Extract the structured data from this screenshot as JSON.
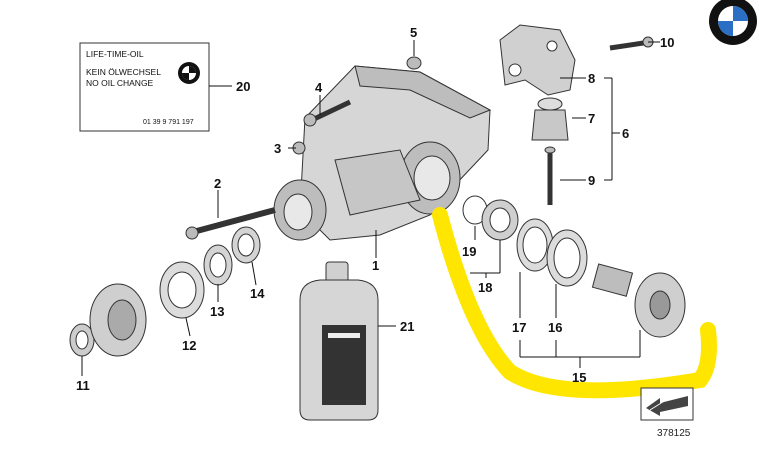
{
  "label_card": {
    "line1": "LIFE-TIME-OIL",
    "line2": "KEIN ÖLWECHSEL",
    "line3": "NO OIL CHANGE",
    "part_number": "01 39 9 791 197"
  },
  "callouts": {
    "c1": "1",
    "c2": "2",
    "c3": "3",
    "c4": "4",
    "c5": "5",
    "c6": "6",
    "c7": "7",
    "c8": "8",
    "c9": "9",
    "c10": "10",
    "c11": "11",
    "c12": "12",
    "c13": "13",
    "c14": "14",
    "c15": "15",
    "c16": "16",
    "c17": "17",
    "c18": "18",
    "c19": "19",
    "c20": "20",
    "c21": "21"
  },
  "diagram_id": "378125",
  "colors": {
    "highlight": "#ffe600",
    "part_fill": "#d6d6d6",
    "part_dark": "#9a9a9a"
  }
}
